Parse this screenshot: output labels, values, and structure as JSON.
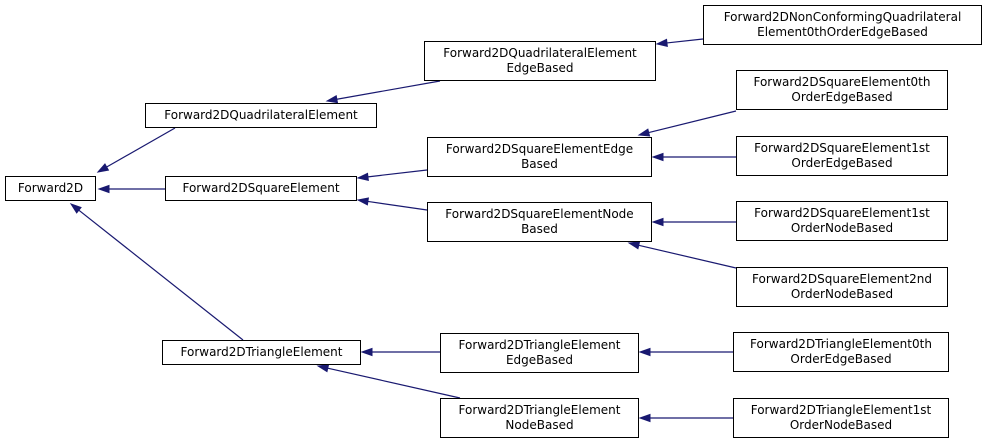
{
  "diagram": {
    "colors": {
      "edge": "#191970",
      "node_border": "#000000",
      "node_fill": "#ffffff",
      "background": "#ffffff"
    },
    "nodes": {
      "forward2d": {
        "lines": [
          "Forward2D"
        ]
      },
      "quadrilateral": {
        "lines": [
          "Forward2DQuadrilateralElement"
        ]
      },
      "square": {
        "lines": [
          "Forward2DSquareElement"
        ]
      },
      "triangle": {
        "lines": [
          "Forward2DTriangleElement"
        ]
      },
      "quad_edge": {
        "lines": [
          "Forward2DQuadrilateralElement",
          "EdgeBased"
        ]
      },
      "square_edge": {
        "lines": [
          "Forward2DSquareElementEdge",
          "Based"
        ]
      },
      "square_node": {
        "lines": [
          "Forward2DSquareElementNode",
          "Based"
        ]
      },
      "triangle_edge": {
        "lines": [
          "Forward2DTriangleElement",
          "EdgeBased"
        ]
      },
      "triangle_node": {
        "lines": [
          "Forward2DTriangleElement",
          "NodeBased"
        ]
      },
      "nonconforming": {
        "lines": [
          "Forward2DNonConformingQuadrilateral",
          "Element0thOrderEdgeBased"
        ]
      },
      "square_0th_edge": {
        "lines": [
          "Forward2DSquareElement0th",
          "OrderEdgeBased"
        ]
      },
      "square_1st_edge": {
        "lines": [
          "Forward2DSquareElement1st",
          "OrderEdgeBased"
        ]
      },
      "square_1st_node": {
        "lines": [
          "Forward2DSquareElement1st",
          "OrderNodeBased"
        ]
      },
      "square_2nd_node": {
        "lines": [
          "Forward2DSquareElement2nd",
          "OrderNodeBased"
        ]
      },
      "triangle_0th_edge": {
        "lines": [
          "Forward2DTriangleElement0th",
          "OrderEdgeBased"
        ]
      },
      "triangle_1st_node": {
        "lines": [
          "Forward2DTriangleElement1st",
          "OrderNodeBased"
        ]
      }
    },
    "edges": [
      {
        "from": "quadrilateral",
        "to": "forward2d"
      },
      {
        "from": "square",
        "to": "forward2d"
      },
      {
        "from": "triangle",
        "to": "forward2d"
      },
      {
        "from": "quad_edge",
        "to": "quadrilateral"
      },
      {
        "from": "square_edge",
        "to": "square"
      },
      {
        "from": "square_node",
        "to": "square"
      },
      {
        "from": "triangle_edge",
        "to": "triangle"
      },
      {
        "from": "triangle_node",
        "to": "triangle"
      },
      {
        "from": "nonconforming",
        "to": "quad_edge"
      },
      {
        "from": "square_0th_edge",
        "to": "square_edge"
      },
      {
        "from": "square_1st_edge",
        "to": "square_edge"
      },
      {
        "from": "square_1st_node",
        "to": "square_node"
      },
      {
        "from": "square_2nd_node",
        "to": "square_node"
      },
      {
        "from": "triangle_0th_edge",
        "to": "triangle_edge"
      },
      {
        "from": "triangle_1st_node",
        "to": "triangle_node"
      }
    ]
  }
}
